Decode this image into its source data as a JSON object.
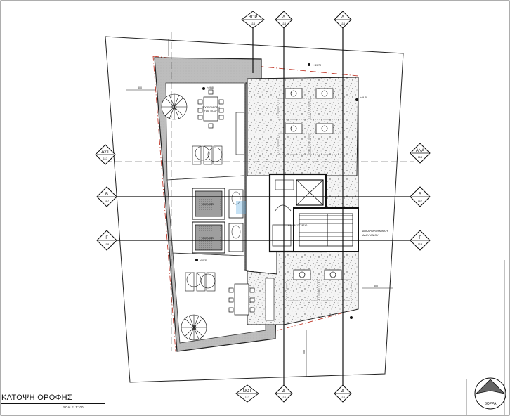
{
  "plan": {
    "title": "ΚΑΤΟΨΗ ΟΡΟΦΗΣ",
    "scale_label": "SCALE",
    "scale_value": "1:100"
  },
  "section_markers": {
    "top": [
      {
        "letter": "ΒΟΡ",
        "ref": "116"
      },
      {
        "letter": "Δ",
        "ref": "116"
      },
      {
        "letter": "Δ",
        "ref": "116"
      }
    ],
    "bottom": [
      {
        "letter": "ΝΟΤ",
        "ref": "112"
      },
      {
        "letter": "Δ",
        "ref": "116"
      },
      {
        "letter": "Δ",
        "ref": "116"
      }
    ],
    "left": [
      {
        "letter": "ΔΥΤ",
        "ref": "113"
      },
      {
        "letter": "Β",
        "ref": "117"
      },
      {
        "letter": "Γ",
        "ref": "118"
      }
    ],
    "right": [
      {
        "letter": "ΑΝΑ",
        "ref": "115"
      },
      {
        "letter": "Β",
        "ref": "117"
      },
      {
        "letter": "Γ",
        "ref": "118"
      }
    ]
  },
  "north_arrow": {
    "label": "ΒΟΡΡΑ"
  },
  "labels": {
    "roof_garden": "ROOF GARDEN",
    "flat_roof": "FLAT ROOF",
    "jacuzzi_1": "JACUZZI",
    "jacuzzi_2": "JACUZZI",
    "beam_label": "ΔΟΚΑΡΙ ΑΛΟΥΜΙΝΙΟΥ",
    "beam_sub": "ΑΛΟΥΜΙΝΙΟΥ",
    "stair_label": "ΚΛΙΜΑΚΟΣΤΑΣΙΟ",
    "level_1": "+49.70",
    "level_2": "+49.20",
    "level_3": "+49.80",
    "level_4": "+50.35",
    "dim_1": "300",
    "dim_2": "300",
    "dim_3": "500"
  }
}
